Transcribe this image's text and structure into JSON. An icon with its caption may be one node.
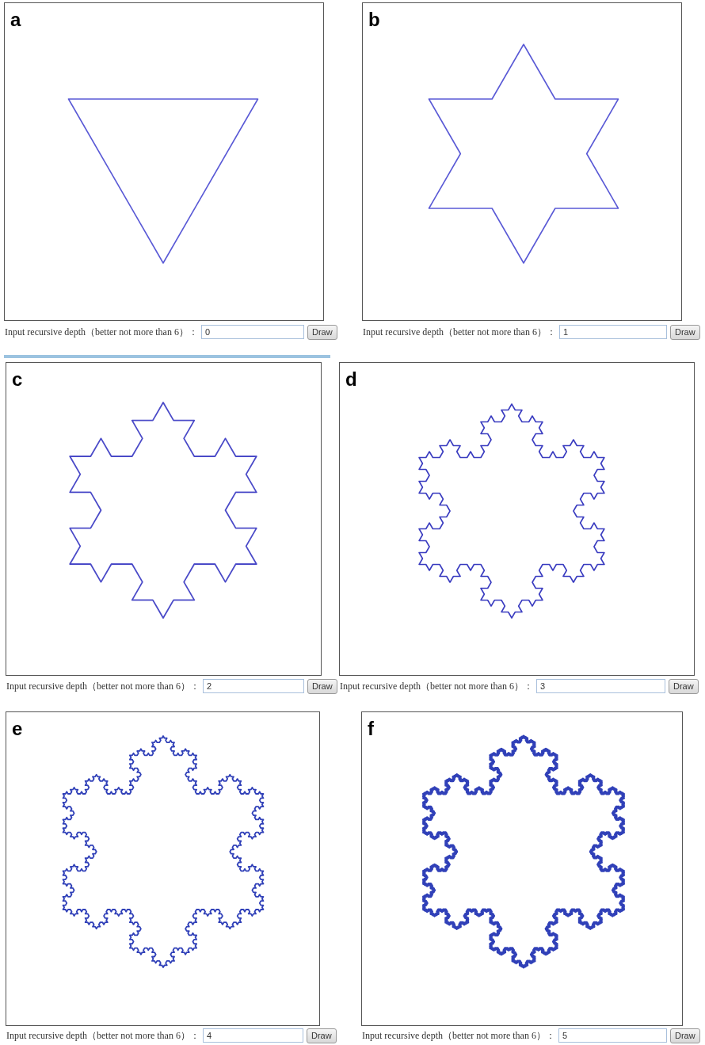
{
  "diagram": {
    "labels": [
      "a",
      "Input recursive depth（better not more than 6）：",
      "0",
      "Draw",
      "b",
      "Input recursive depth（better not more than 6）：",
      "1",
      "Draw",
      "c",
      "Input recursive depth（better not more than 6）：",
      "2",
      "Draw",
      "d",
      "Input recursive depth（better not more than 6）：",
      "3",
      "Draw",
      "e",
      "Input recursive depth（better not more than 6）：",
      "4",
      "Draw",
      "f",
      "Input recursive depth（better not more than 6）：",
      "5",
      "Draw"
    ]
  }
}
